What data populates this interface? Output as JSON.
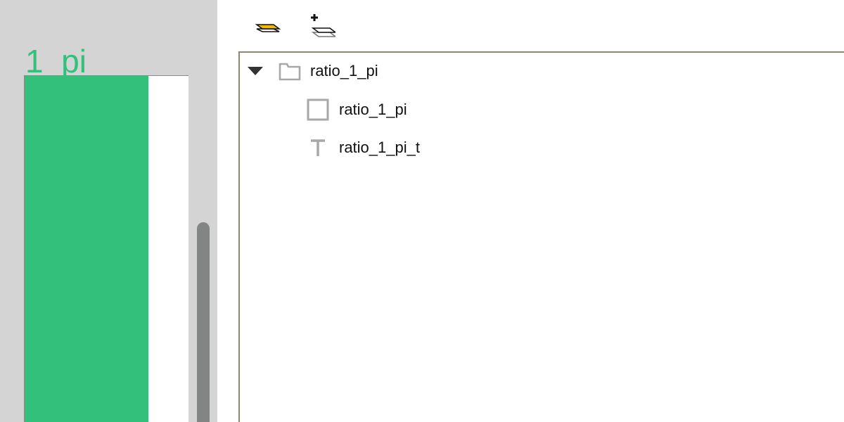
{
  "canvas": {
    "text": "1_pi",
    "accent_color": "#33c07b"
  },
  "toolbar": {
    "buttons": [
      {
        "icon": "layers-icon"
      },
      {
        "icon": "add-layer-icon"
      }
    ]
  },
  "tree": {
    "group": {
      "label": "ratio_1_pi",
      "icon": "folder-icon",
      "expanded": true
    },
    "children": [
      {
        "label": "ratio_1_pi",
        "icon": "rectangle-icon"
      },
      {
        "label": "ratio_1_pi_t",
        "icon": "text-icon"
      }
    ]
  }
}
